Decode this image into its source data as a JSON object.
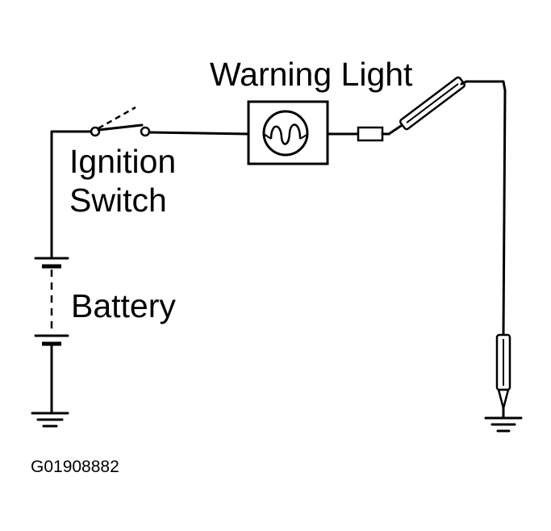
{
  "labels": {
    "warning_light": "Warning Light",
    "ignition_line1": "Ignition",
    "ignition_line2": "Switch",
    "battery": "Battery",
    "figure_id": "G01908882"
  },
  "colors": {
    "ink": "#000000",
    "background": "#ffffff"
  }
}
